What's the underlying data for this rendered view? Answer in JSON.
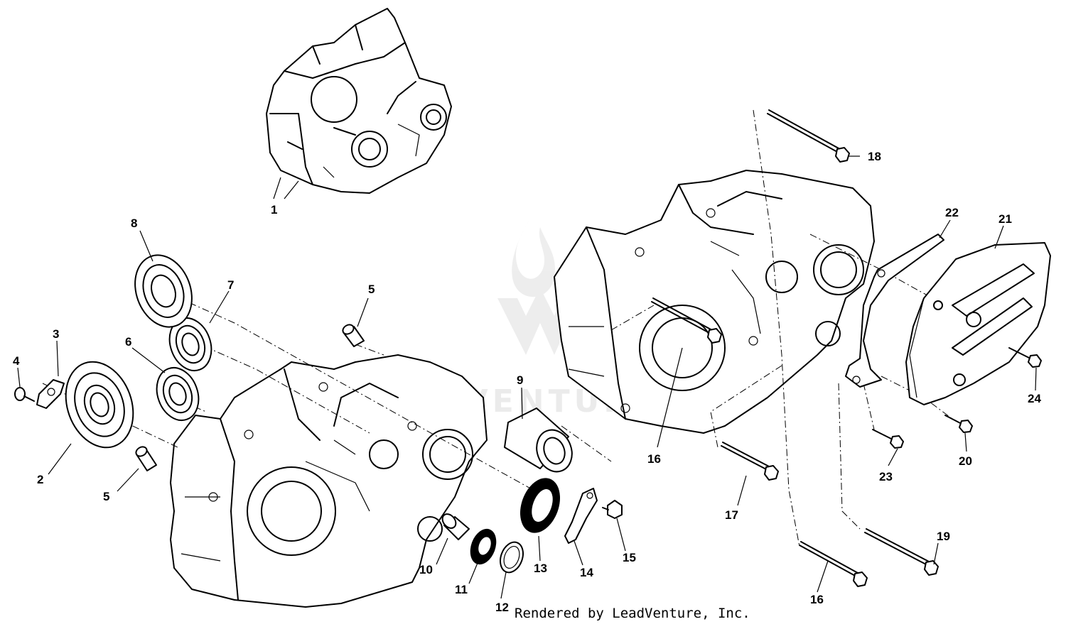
{
  "footer": "Rendered by LeadVenture, Inc.",
  "watermark": "LEADVENTURE",
  "callouts": [
    {
      "id": "c1",
      "text": "1"
    },
    {
      "id": "c2",
      "text": "2"
    },
    {
      "id": "c3",
      "text": "3"
    },
    {
      "id": "c4",
      "text": "4"
    },
    {
      "id": "c5a",
      "text": "5"
    },
    {
      "id": "c5b",
      "text": "5"
    },
    {
      "id": "c6",
      "text": "6"
    },
    {
      "id": "c7",
      "text": "7"
    },
    {
      "id": "c8",
      "text": "8"
    },
    {
      "id": "c9",
      "text": "9"
    },
    {
      "id": "c10",
      "text": "10"
    },
    {
      "id": "c11",
      "text": "11"
    },
    {
      "id": "c12",
      "text": "12"
    },
    {
      "id": "c13",
      "text": "13"
    },
    {
      "id": "c14",
      "text": "14"
    },
    {
      "id": "c15",
      "text": "15"
    },
    {
      "id": "c16a",
      "text": "16"
    },
    {
      "id": "c16b",
      "text": "16"
    },
    {
      "id": "c17",
      "text": "17"
    },
    {
      "id": "c18",
      "text": "18"
    },
    {
      "id": "c19",
      "text": "19"
    },
    {
      "id": "c20",
      "text": "20"
    },
    {
      "id": "c21",
      "text": "21"
    },
    {
      "id": "c22",
      "text": "22"
    },
    {
      "id": "c23",
      "text": "23"
    },
    {
      "id": "c24",
      "text": "24"
    }
  ]
}
